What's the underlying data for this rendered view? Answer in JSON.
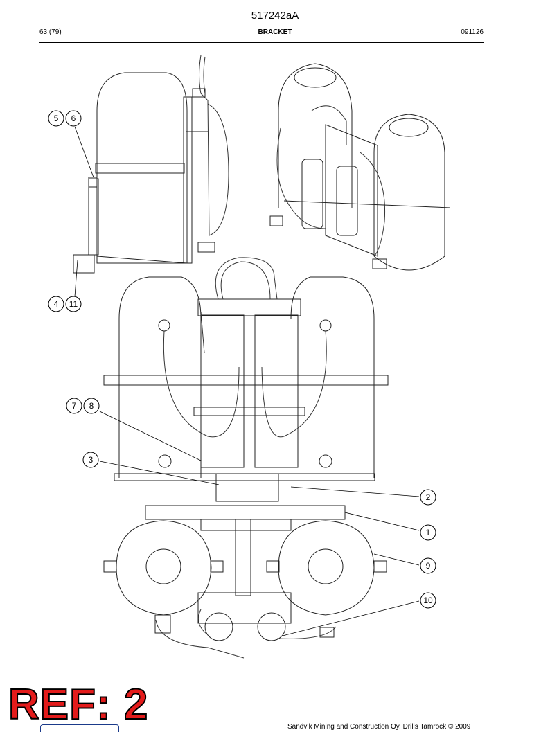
{
  "header": {
    "doc_number": "517242aA",
    "page_count": "63 (79)",
    "title": "BRACKET",
    "date_code": "091126"
  },
  "callouts": [
    "5",
    "6",
    "4",
    "11",
    "7",
    "8",
    "3",
    "2",
    "1",
    "9",
    "10"
  ],
  "footer": {
    "ref_stamp": "REF: 2",
    "copyright": "Sandvik Mining and Construction Oy, Drills Tamrock © 2009"
  }
}
